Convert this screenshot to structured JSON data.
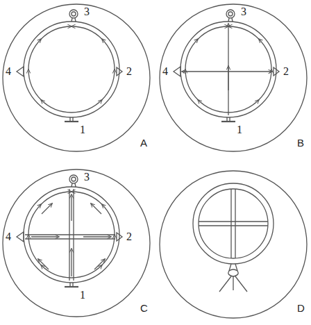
{
  "diagram": {
    "labels": [
      "3",
      "2",
      "4",
      "1",
      "A",
      "3",
      "2",
      "4",
      "1",
      "B",
      "3",
      "2",
      "4",
      "1",
      "C",
      "D"
    ]
  }
}
